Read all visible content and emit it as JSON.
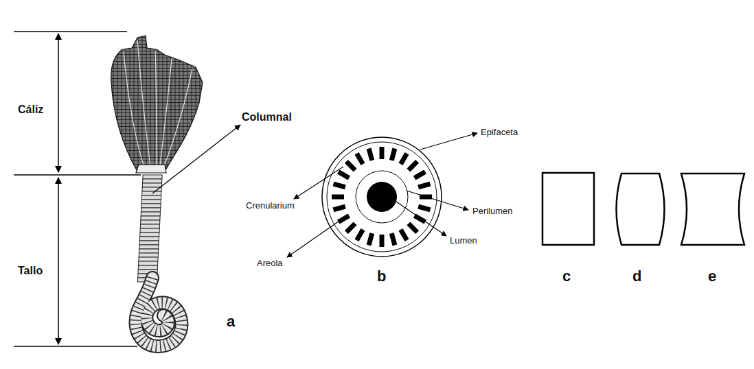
{
  "diagram": {
    "labels": [
      "Cáliz",
      "Tallo",
      "Columnal",
      "a",
      "Epifaceta",
      "Crenularium",
      "Perilumen",
      "Lumen",
      "Areola",
      "b",
      "c",
      "d",
      "e"
    ]
  }
}
